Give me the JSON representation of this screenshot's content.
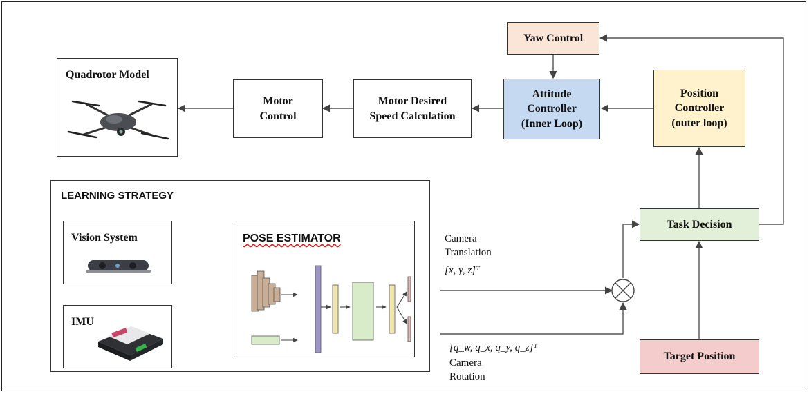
{
  "blocks": {
    "yaw_control": "Yaw Control",
    "attitude_controller": "Attitude\nController\n(Inner Loop)",
    "position_controller": "Position\nController\n(outer loop)",
    "motor_desired_speed": "Motor Desired\nSpeed Calculation",
    "motor_control": "Motor\nControl",
    "quadrotor_model": "Quadrotor Model",
    "task_decision": "Task Decision",
    "target_position": "Target Position"
  },
  "learning": {
    "title": "LEARNING STRATEGY",
    "vision_system": "Vision System",
    "imu": "IMU",
    "pose_estimator": "POSE ESTIMATOR"
  },
  "signals": {
    "translation_line1": "Camera",
    "translation_line2": "Translation",
    "translation_math": "[x, y, z]ᵀ",
    "rotation_math": "[q_w, q_x, q_y, q_z]ᵀ",
    "rotation_line1": "Camera",
    "rotation_line2": "Rotation"
  },
  "colors": {
    "yaw": "#fbe5d6",
    "attitude": "#c5d9f1",
    "position": "#fff2cc",
    "task": "#e2f0d9",
    "target": "#f4cccc",
    "cnn_brown": "#c9ad95",
    "cnn_purple": "#9c94c4",
    "cnn_yellow": "#f2e6b0",
    "cnn_green": "#d8ecc9",
    "cnn_pink": "#e2b8b4"
  }
}
